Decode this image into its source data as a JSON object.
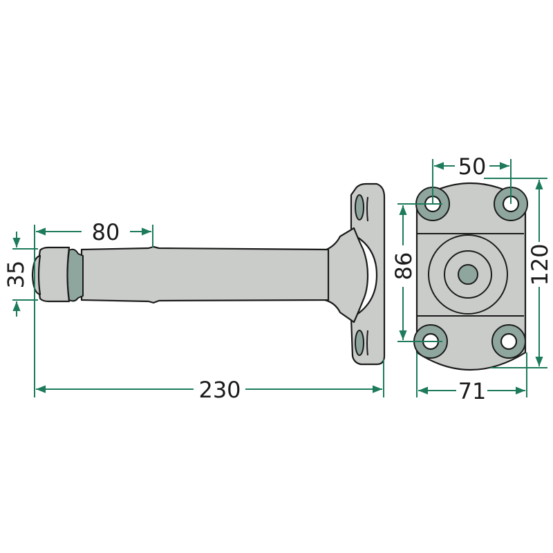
{
  "dimensions": {
    "groove_length": "80",
    "pin_diameter": "35",
    "total_length": "230",
    "hole_spacing_horizontal": "50",
    "hole_spacing_vertical": "86",
    "flange_height": "120",
    "flange_width": "71"
  },
  "colors": {
    "part": "#c9ccc9",
    "accent": "#8fa69e",
    "dimension": "#1d7a5c"
  }
}
